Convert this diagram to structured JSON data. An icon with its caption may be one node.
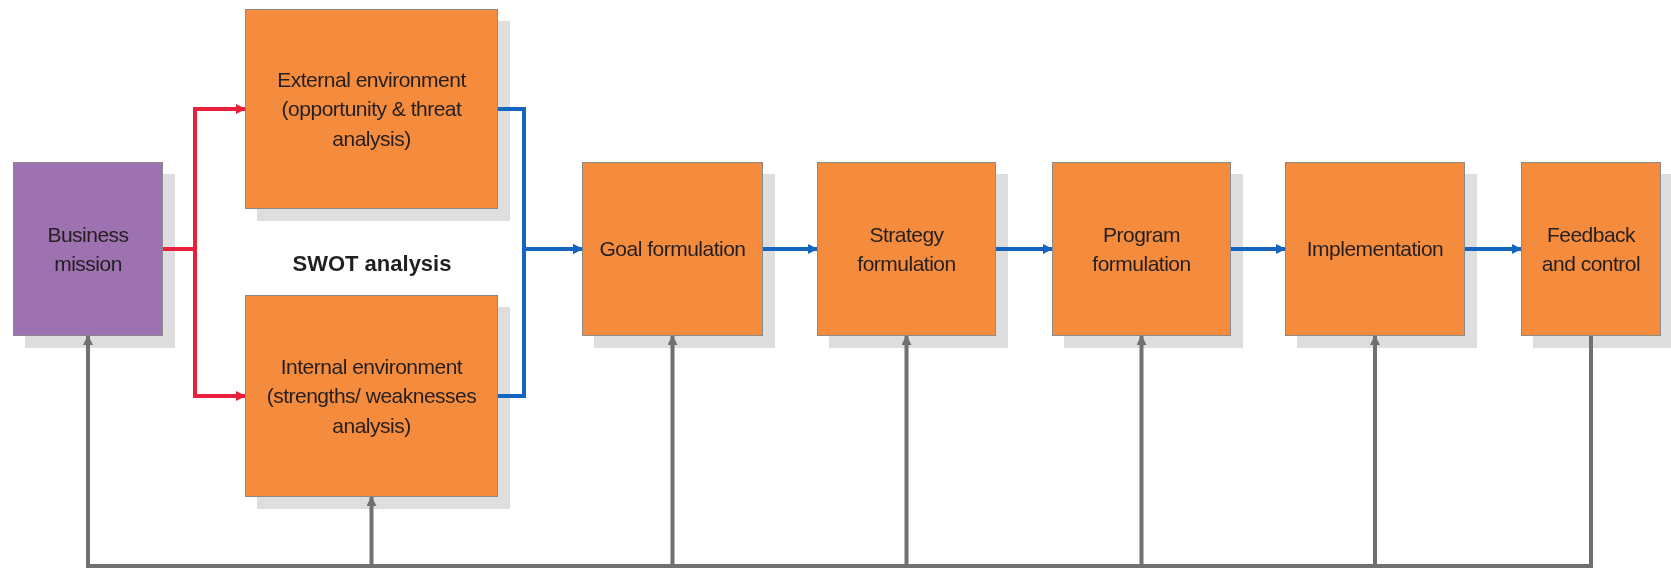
{
  "diagram": {
    "nodes": [
      {
        "text": [
          "Business mission"
        ]
      },
      {
        "text": [
          "External environment (opportunity & threat analysis)"
        ]
      },
      {
        "text": [
          "Internal environment (strengths/ weaknesses analysis)"
        ]
      },
      {
        "text": [
          "Goal formulation"
        ]
      },
      {
        "text": [
          "Strategy formulation"
        ]
      },
      {
        "text": [
          "Program formulation"
        ]
      },
      {
        "text": [
          "Implementation"
        ]
      },
      {
        "text": [
          "Feedback and control"
        ]
      }
    ],
    "edges": [
      {
        "from": 0,
        "to": 1,
        "arrow": "to",
        "color": "#e8203c"
      },
      {
        "from": 0,
        "to": 2,
        "arrow": "to",
        "color": "#e8203c"
      },
      {
        "from": 1,
        "to": 3,
        "arrow": "to"
      },
      {
        "from": 2,
        "to": 3,
        "arrow": "to"
      },
      {
        "from": 3,
        "to": 4,
        "arrow": "to"
      },
      {
        "from": 4,
        "to": 5,
        "arrow": "to"
      },
      {
        "from": 5,
        "to": 6,
        "arrow": "to"
      },
      {
        "from": 6,
        "to": 7,
        "arrow": "to"
      },
      {
        "from": 7,
        "to": 0,
        "arrow": "to",
        "color": "#707070"
      },
      {
        "from": 7,
        "to": 2,
        "arrow": "to",
        "color": "#707070"
      },
      {
        "from": 7,
        "to": 3,
        "arrow": "to",
        "color": "#707070"
      },
      {
        "from": 7,
        "to": 4,
        "arrow": "to",
        "color": "#707070"
      },
      {
        "from": 7,
        "to": 5,
        "arrow": "to",
        "color": "#707070"
      },
      {
        "from": 7,
        "to": 6,
        "arrow": "to",
        "color": "#707070"
      }
    ],
    "labels": [
      "SWOT analysis"
    ]
  }
}
